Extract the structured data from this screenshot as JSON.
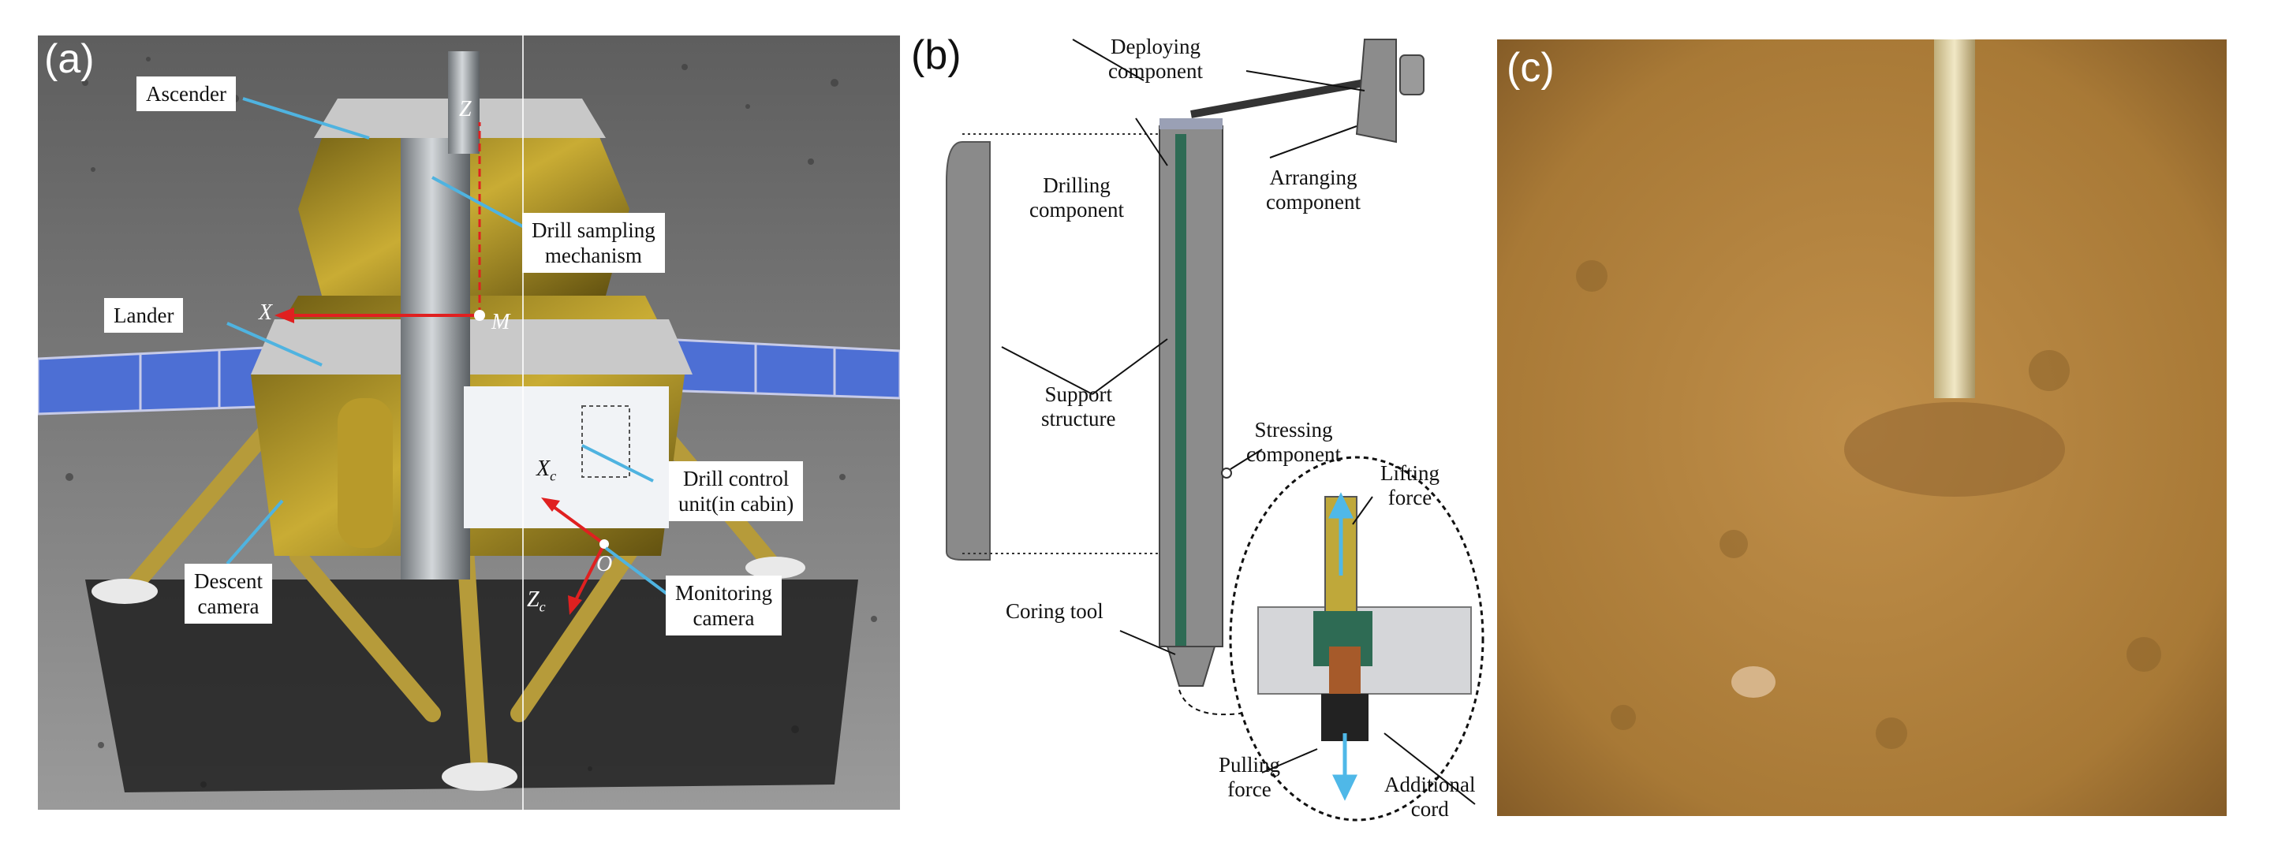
{
  "panels": {
    "a": {
      "label": "(a)",
      "callouts": {
        "ascender": "Ascender",
        "drill_sampling": [
          "Drill sampling",
          "mechanism"
        ],
        "lander": "Lander",
        "drill_control": [
          "Drill control",
          "unit(in cabin)"
        ],
        "descent_camera": [
          "Descent",
          "camera"
        ],
        "monitoring_camera": [
          "Monitoring",
          "camera"
        ]
      },
      "axes": {
        "z": "Z",
        "x": "X",
        "m": "M",
        "xc": "X",
        "xc_sub": "c",
        "zc": "Z",
        "zc_sub": "c",
        "o": "O"
      }
    },
    "b": {
      "label": "(b)",
      "labels": {
        "deploying": [
          "Deploying",
          "component"
        ],
        "arranging": [
          "Arranging",
          "component"
        ],
        "drilling": [
          "Drilling",
          "component"
        ],
        "support": [
          "Support",
          "structure"
        ],
        "stressing": [
          "Stressing",
          "component"
        ],
        "coring": "Coring tool",
        "lifting": [
          "Lifting",
          "force"
        ],
        "pulling": [
          "Pulling",
          "force"
        ],
        "additional": [
          "Additional",
          "cord"
        ]
      }
    },
    "c": {
      "label": "(c)"
    }
  },
  "colors": {
    "callout_line": "#4fb3e0",
    "axis_arrow": "#e02020",
    "lunar_ground": "#7d7d7d",
    "soil": "#b8863f",
    "solar_panel": "#4d6fd4",
    "gold_foil": "#b89a2a",
    "force_arrow": "#4fb8e8"
  }
}
